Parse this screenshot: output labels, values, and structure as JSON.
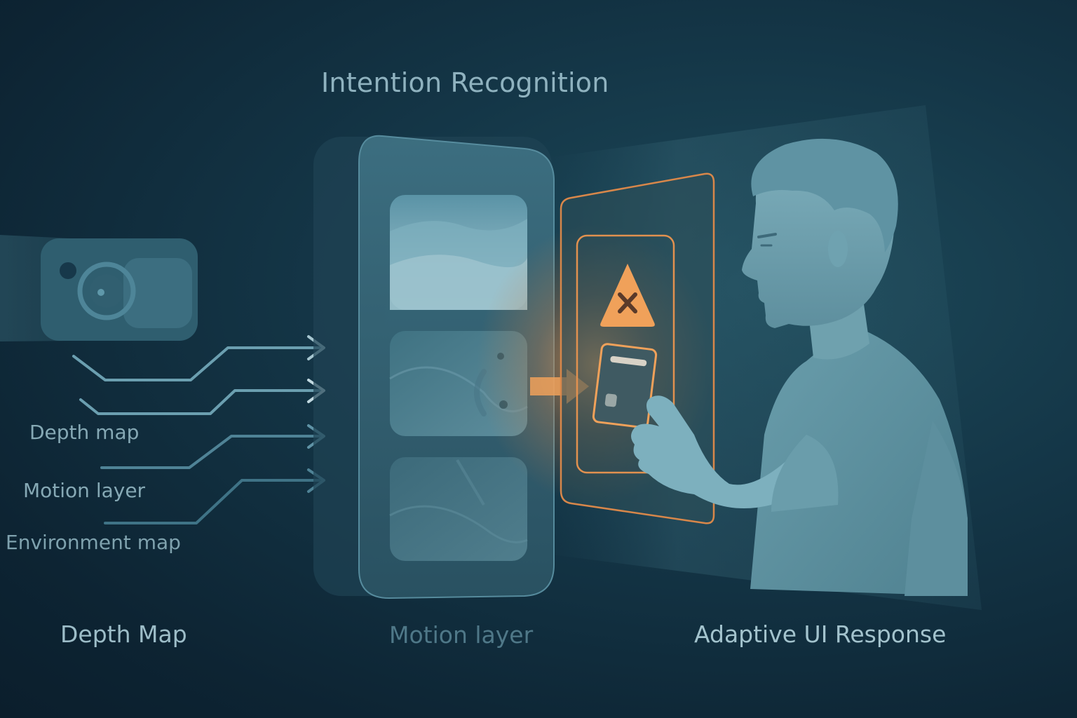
{
  "title": "Intention Recognition",
  "inputs": {
    "depth_map": "Depth map",
    "motion_layer": "Motion layer",
    "environment_map": "Environment map"
  },
  "captions": {
    "depth_map": "Depth Map",
    "motion_layer": "Motion layer",
    "adaptive_ui": "Adaptive UI Response"
  },
  "icons": {
    "camera": "camera-icon",
    "warning": "warning-x-icon",
    "card": "card-icon"
  },
  "colors": {
    "accent_orange": "#f0a15a",
    "panel_teal": "#4f8294",
    "text_light": "#9dbdc8"
  }
}
